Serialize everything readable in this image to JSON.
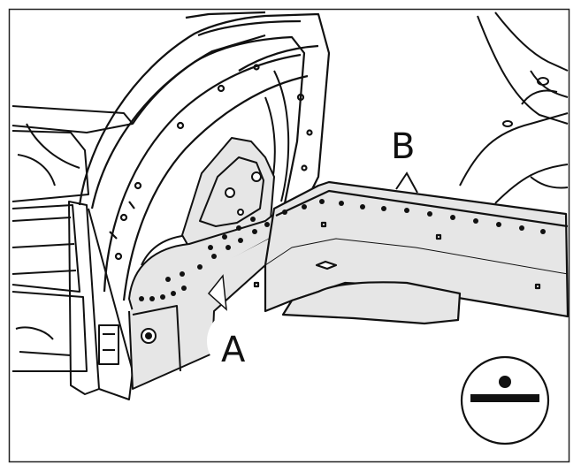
{
  "callouts": {
    "a": "A",
    "b": "B"
  },
  "symbols": {
    "spot_weld": "spot-weld-symbol"
  },
  "colors": {
    "line": "#111111",
    "panel_fill": "#e6e6e6",
    "background": "#ffffff"
  }
}
